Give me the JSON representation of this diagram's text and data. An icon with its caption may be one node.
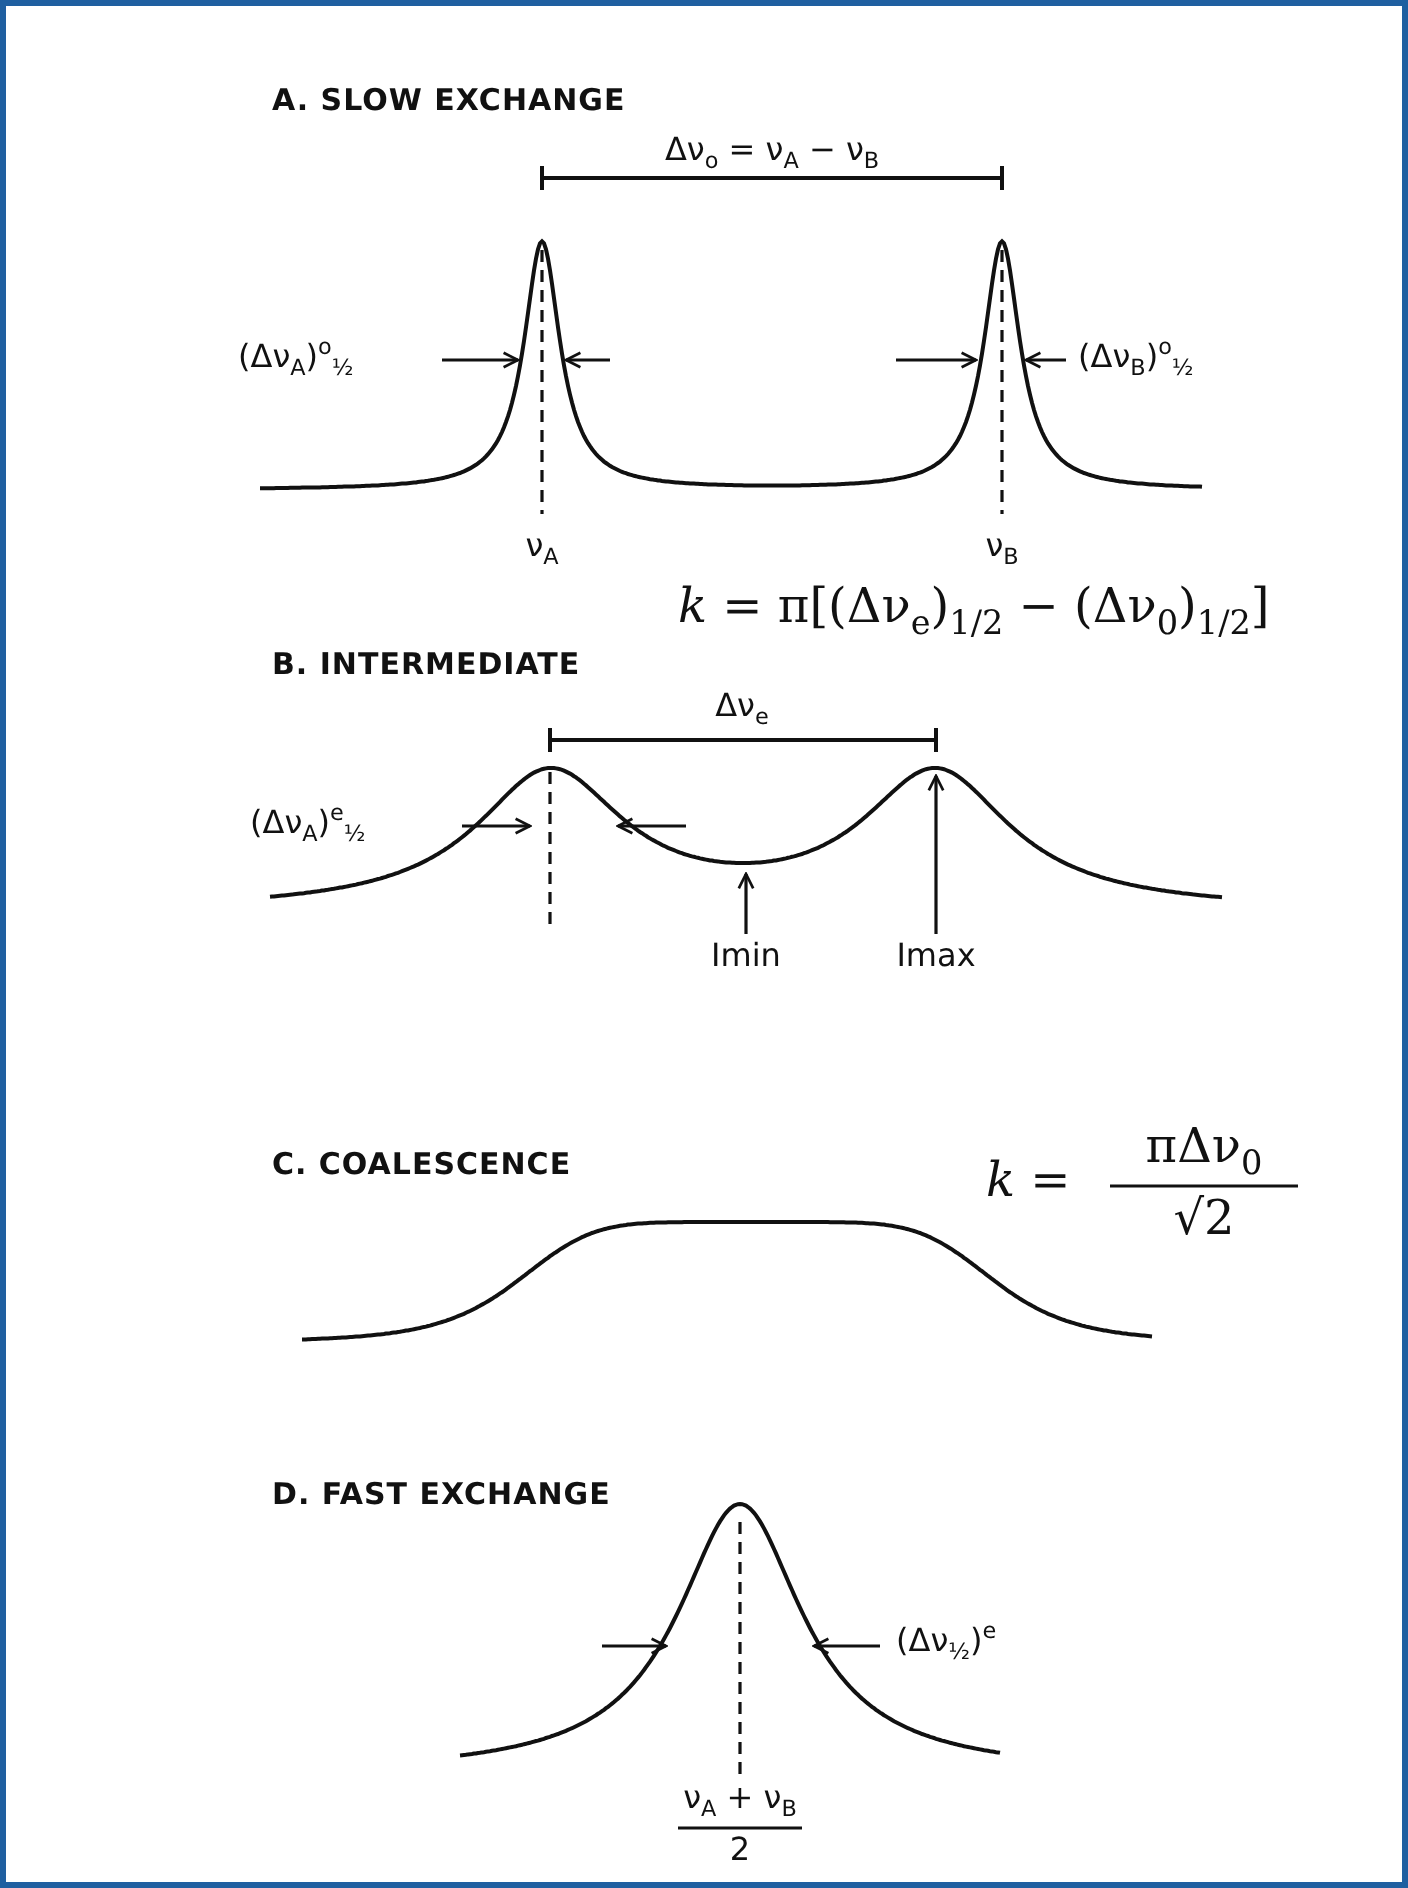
{
  "diagram": {
    "nodes": [
      {
        "text": [
          "Imin"
        ]
      },
      {
        "text": [
          "Imax"
        ]
      }
    ],
    "edges": [
      {
        "from": 0,
        "to": null,
        "arrow": "to"
      },
      {
        "from": 1,
        "to": null,
        "arrow": "to"
      }
    ],
    "labels": [
      "A. SLOW EXCHANGE",
      "Δν$_{o}$ = ν$_{A}$ − ν$_{B}$",
      "(Δν$_{A}$)$^{o}$$_{½}$",
      "(Δν$_{B}$)$^{o}$$_{½}$",
      "ν$_{A}$",
      "ν$_{B}$",
      "*k* = π[(Δν$_{e}$)$_{1/2}$ − (Δν$_{0}$)$_{1/2}$]",
      "B. INTERMEDIATE",
      "Δν$_{e}$",
      "(Δν$_{A}$)$^{e}$$_{½}$",
      "C. COALESCENCE",
      "*k* =",
      "πΔν$_{0}$",
      "√2",
      "D. FAST EXCHANGE",
      "(Δν$_{½}$)$^{e}$",
      "ν$_{A}$ + ν$_{B}$",
      "2"
    ]
  }
}
